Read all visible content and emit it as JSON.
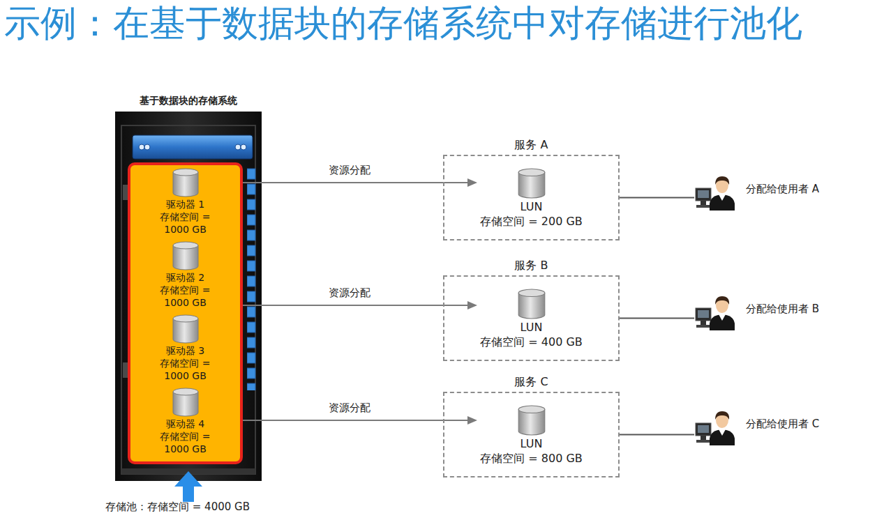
{
  "diagram": {
    "title": "示例：在基于数据块的存储系统中对存储进行池化",
    "nodes": [
      {
        "text": [
          "基于数据块的存储系统"
        ]
      },
      {
        "text": [
          "存储池：存储空间 = 4000 GB"
        ],
        "in": 0
      },
      {
        "text": [
          "驱动器 1",
          "存储空间 = 1000 GB"
        ],
        "in": 1
      },
      {
        "text": [
          "驱动器 2",
          "存储空间 = 1000 GB"
        ],
        "in": 1
      },
      {
        "text": [
          "驱动器 3",
          "存储空间 = 1000 GB"
        ],
        "in": 1
      },
      {
        "text": [
          "驱动器 4",
          "存储空间 = 1000 GB"
        ],
        "in": 1
      },
      {
        "text": [
          "服务 A"
        ]
      },
      {
        "text": [
          "LUN",
          "存储空间 = 200 GB"
        ],
        "in": 6
      },
      {
        "text": [
          "服务 B"
        ]
      },
      {
        "text": [
          "LUN",
          "存储空间 = 400 GB"
        ],
        "in": 8
      },
      {
        "text": [
          "服务 C"
        ]
      },
      {
        "text": [
          "LUN",
          "存储空间 = 800 GB"
        ],
        "in": 10
      },
      {
        "text": [
          "分配给使用者 A"
        ]
      },
      {
        "text": [
          "分配给使用者 B"
        ]
      },
      {
        "text": [
          "分配给使用者 C"
        ]
      }
    ],
    "edges": [
      {
        "from": 1,
        "to": 7,
        "arrow": "to",
        "label": "资源分配"
      },
      {
        "from": 1,
        "to": 9,
        "arrow": "to",
        "label": "资源分配"
      },
      {
        "from": 1,
        "to": 11,
        "arrow": "to",
        "label": "资源分配"
      },
      {
        "from": 6,
        "to": 12,
        "arrow": "none"
      },
      {
        "from": 8,
        "to": 13,
        "arrow": "none"
      },
      {
        "from": 10,
        "to": 14,
        "arrow": "none"
      }
    ]
  }
}
